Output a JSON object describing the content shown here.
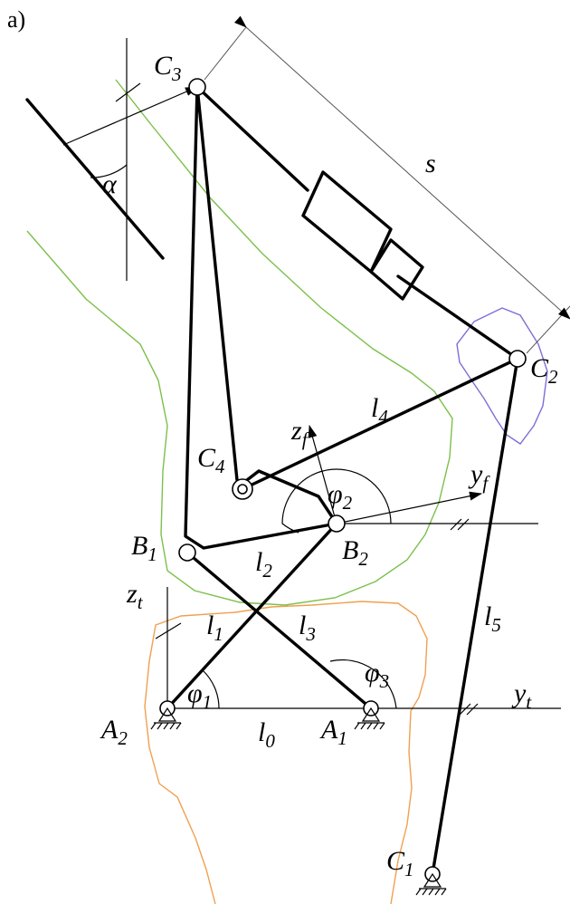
{
  "figure": {
    "panel_label": "a)",
    "colors": {
      "link": "#000000",
      "green_contour": "#7cc04a",
      "orange_contour": "#f0a050",
      "purple_contour": "#7d6fd6",
      "dimension": "#555555"
    },
    "labels": {
      "C3": {
        "base": "C",
        "sub": "3"
      },
      "C2": {
        "base": "C",
        "sub": "2"
      },
      "C1": {
        "base": "C",
        "sub": "1"
      },
      "C4": {
        "base": "C",
        "sub": "4"
      },
      "B1": {
        "base": "B",
        "sub": "1"
      },
      "B2": {
        "base": "B",
        "sub": "2"
      },
      "A1": {
        "base": "A",
        "sub": "1"
      },
      "A2": {
        "base": "A",
        "sub": "2"
      },
      "s": {
        "base": "s",
        "sub": ""
      },
      "alpha": {
        "base": "α",
        "sub": ""
      },
      "l0": {
        "base": "l",
        "sub": "0"
      },
      "l1": {
        "base": "l",
        "sub": "1"
      },
      "l2": {
        "base": "l",
        "sub": "2"
      },
      "l3": {
        "base": "l",
        "sub": "3"
      },
      "l4": {
        "base": "l",
        "sub": "4"
      },
      "l5": {
        "base": "l",
        "sub": "5"
      },
      "zf": {
        "base": "z",
        "sub": "f"
      },
      "yf": {
        "base": "y",
        "sub": "f"
      },
      "zt": {
        "base": "z",
        "sub": "t"
      },
      "yt": {
        "base": "y",
        "sub": "t"
      },
      "phi1": {
        "base": "φ",
        "sub": "1"
      },
      "phi2": {
        "base": "φ",
        "sub": "2"
      },
      "phi3": {
        "base": "φ",
        "sub": "3"
      }
    }
  }
}
